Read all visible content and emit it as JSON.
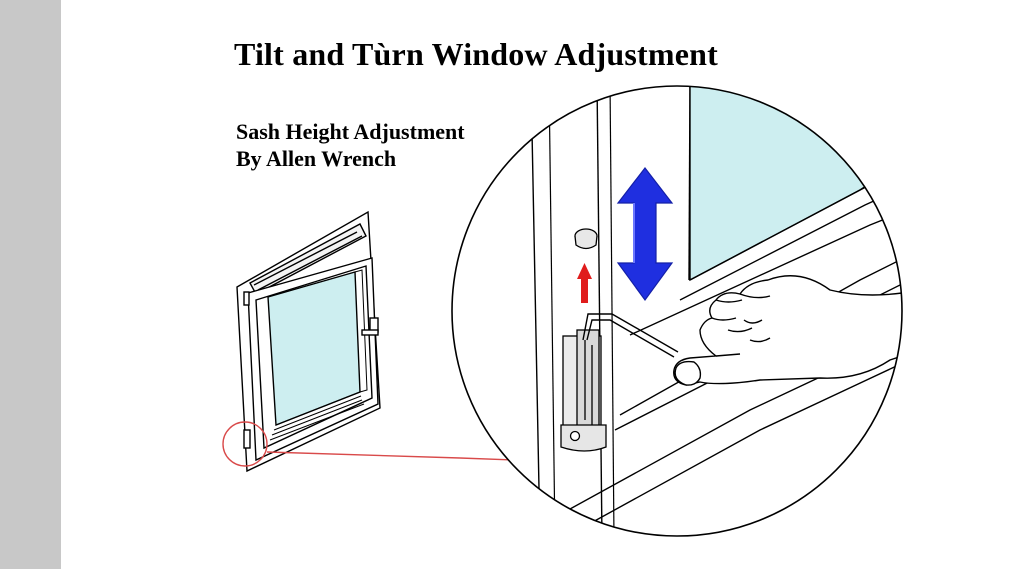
{
  "document": {
    "title": "Tilt and Tùrn Window Adjustment",
    "subtitle_lines": [
      "Sash Height Adjustment",
      "By Allen Wrench"
    ]
  },
  "colors": {
    "gutter": "#c8c8c8",
    "glass": "#cdeef0",
    "arrow_blue": "#1f2fe0",
    "arrow_red": "#e01c1c",
    "callout_red": "#d94a4a",
    "line": "#000000"
  },
  "icons": {
    "height_arrow": "double-headed-vertical-arrow",
    "lift_arrow": "up-arrow"
  }
}
